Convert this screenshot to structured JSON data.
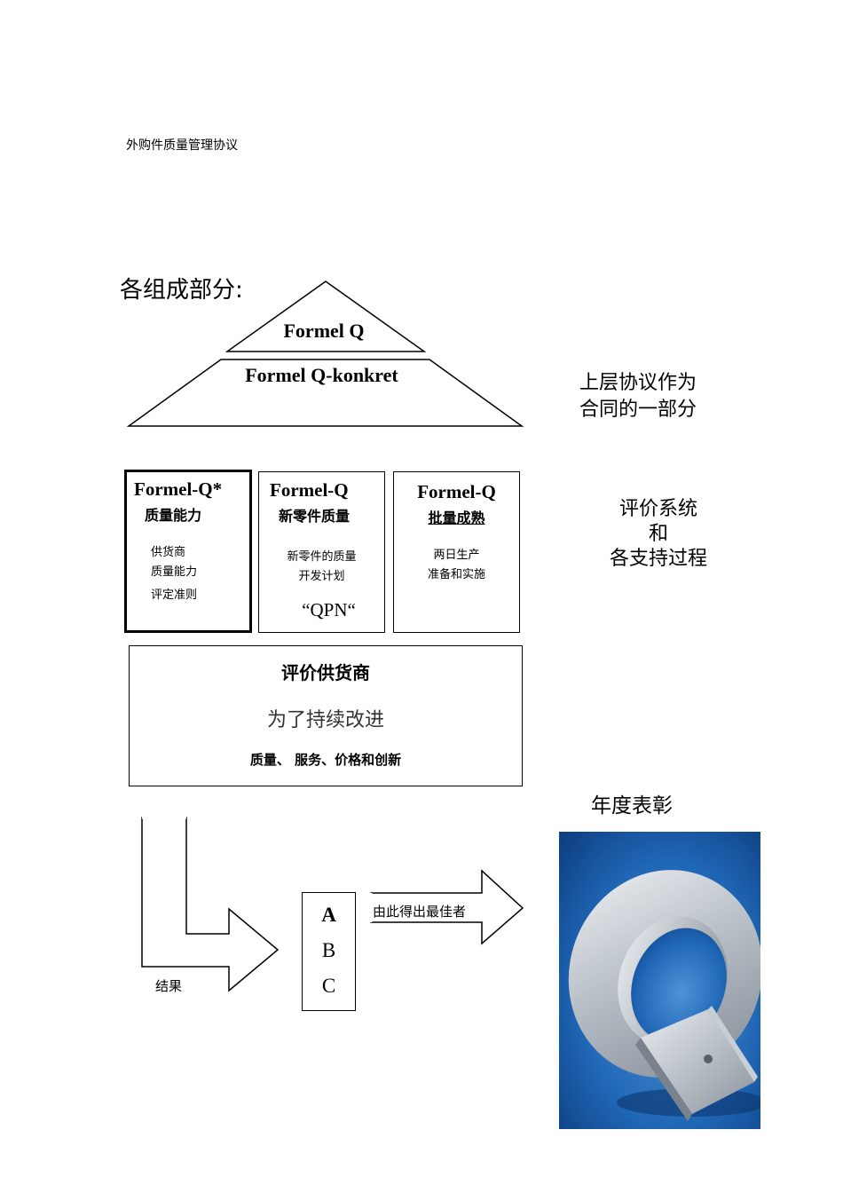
{
  "header": {
    "title": "外购件质量管理协议"
  },
  "section": {
    "heading": "各组成部分:"
  },
  "pyramid": {
    "top_label": "Formel Q",
    "bottom_label": "Formel Q-konkret",
    "side_note_line1": "上层协议作为",
    "side_note_line2": "合同的一部分"
  },
  "modules": [
    {
      "title": "Formel-Q*",
      "subtitle": "质量能力",
      "lines": [
        "供货商",
        "质量能力",
        "评定准则"
      ]
    },
    {
      "title": "Formel-Q",
      "subtitle": "新零件质量",
      "lines": [
        "新零件的质量",
        "开发计划"
      ],
      "extra": "“QPN“"
    },
    {
      "title": "Formel-Q",
      "subtitle": "批量成熟",
      "lines": [
        "两日生产",
        "准备和实施"
      ]
    }
  ],
  "evaluation_note": {
    "line1": "评价系统",
    "line2": "和",
    "line3": "各支持过程"
  },
  "supplier_box": {
    "title": "评价供货商",
    "subtitle": "为了持续改进",
    "criteria": "质量、 服务、价格和创新"
  },
  "award": {
    "label": "年度表彰"
  },
  "flow": {
    "result_label": "结果",
    "grades": [
      "A",
      "B",
      "C"
    ],
    "best_label": "由此得出最佳者"
  },
  "colors": {
    "photo_background": "#1f66b5",
    "line": "#000000"
  }
}
